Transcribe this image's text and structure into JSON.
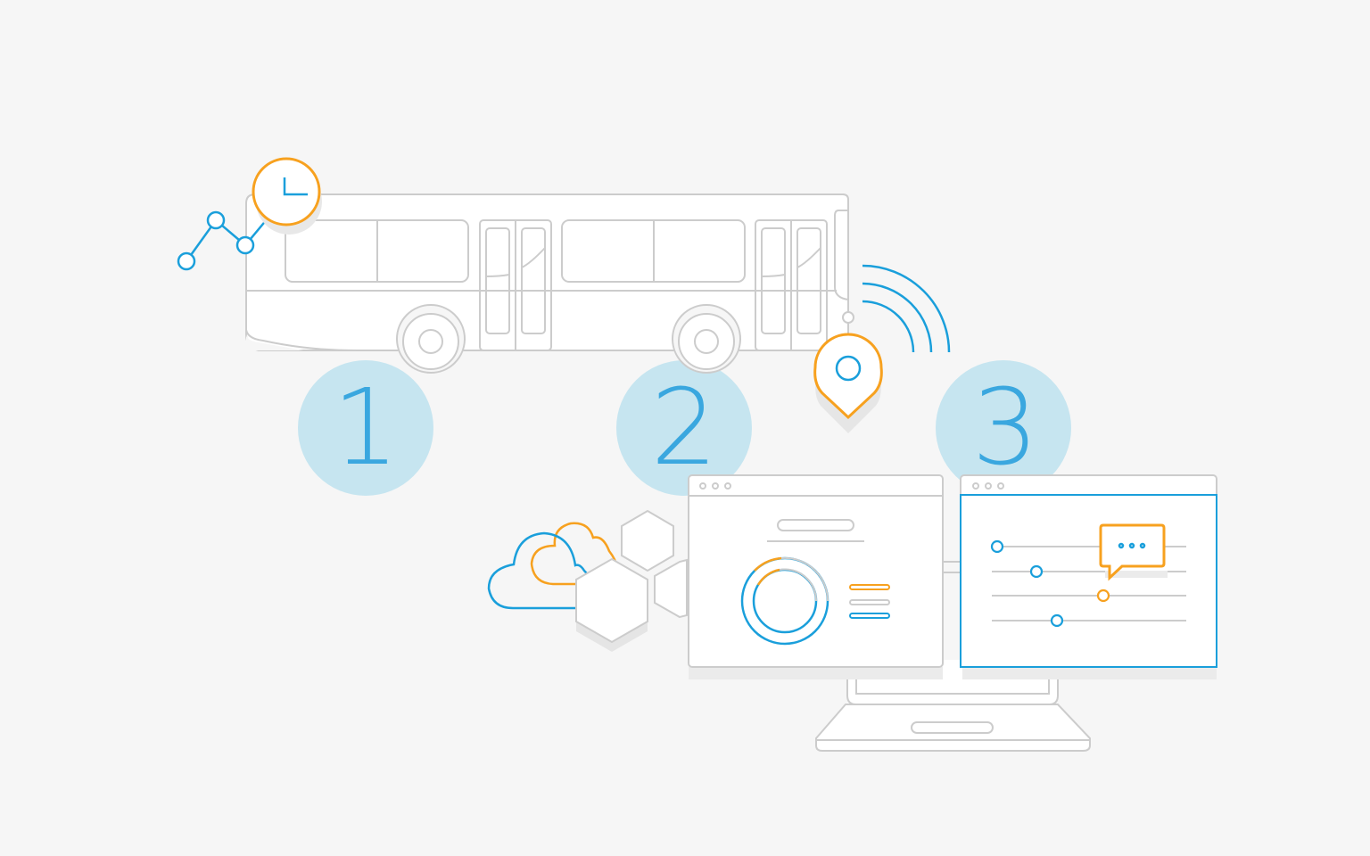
{
  "steps": [
    {
      "number": "1"
    },
    {
      "number": "2"
    },
    {
      "number": "3"
    }
  ],
  "colors": {
    "background": "#f6f6f6",
    "outline": "#cccccc",
    "blue": "#1a9fdb",
    "orange": "#f7a11f",
    "step_circle": "#c6e5f0",
    "step_number": "#3aa7df"
  },
  "icons": [
    "bus-icon",
    "clock-icon",
    "line-graph-icon",
    "location-pin-icon",
    "wifi-signal-icon",
    "cloud-icon",
    "hexagon-icon",
    "monitor-icon",
    "donut-chart-icon",
    "slider-icon",
    "chat-bubble-icon"
  ]
}
